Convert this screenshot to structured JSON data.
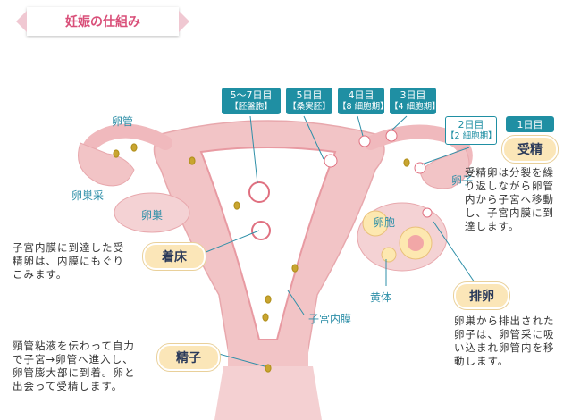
{
  "title": "妊娠の仕組み",
  "labels": {
    "rankan": "卵管",
    "ransokan": "卵巣采",
    "ransou": "卵巣",
    "ranshi": "卵子",
    "ranpou": "卵胞",
    "outai": "黄体",
    "shikyunaimaku": "子宮内膜"
  },
  "days": [
    {
      "day": "5〜7日目",
      "stage": "【胚盤胞】"
    },
    {
      "day": "5日目",
      "stage": "【桑実胚】"
    },
    {
      "day": "4日目",
      "stage": "【8 細胞期】"
    },
    {
      "day": "3日目",
      "stage": "【4 細胞期】"
    },
    {
      "day": "2日目",
      "stage": "【2 細胞期】"
    },
    {
      "day": "1日目",
      "stage": ""
    }
  ],
  "events": {
    "jusei": {
      "label": "受精",
      "desc": [
        "受精卵は分裂を繰",
        "り返しながら卵管",
        "内から子宮へ移動",
        "し、子宮内膜に到",
        "達します。"
      ]
    },
    "chakushou": {
      "label": "着床",
      "desc": [
        "子宮内膜に到達した受",
        "精卵は、内膜にもぐり",
        "こみます。"
      ]
    },
    "hairan": {
      "label": "排卵",
      "desc": [
        "卵巣から排出された",
        "卵子は、卵管采に吸",
        "い込まれ卵管内を移",
        "動します。"
      ]
    },
    "seishi": {
      "label": "精子",
      "desc": [
        "頸管粘液を伝わって自力",
        "で子宮→卵管へ進入し、",
        "卵管膨大部に到着。卵と",
        "出会って受精します。"
      ]
    }
  },
  "colors": {
    "accent": "#d94f79",
    "teal": "#1f8fa3",
    "uterus": "#f2c4c6",
    "pill": "#fbe6b8"
  }
}
